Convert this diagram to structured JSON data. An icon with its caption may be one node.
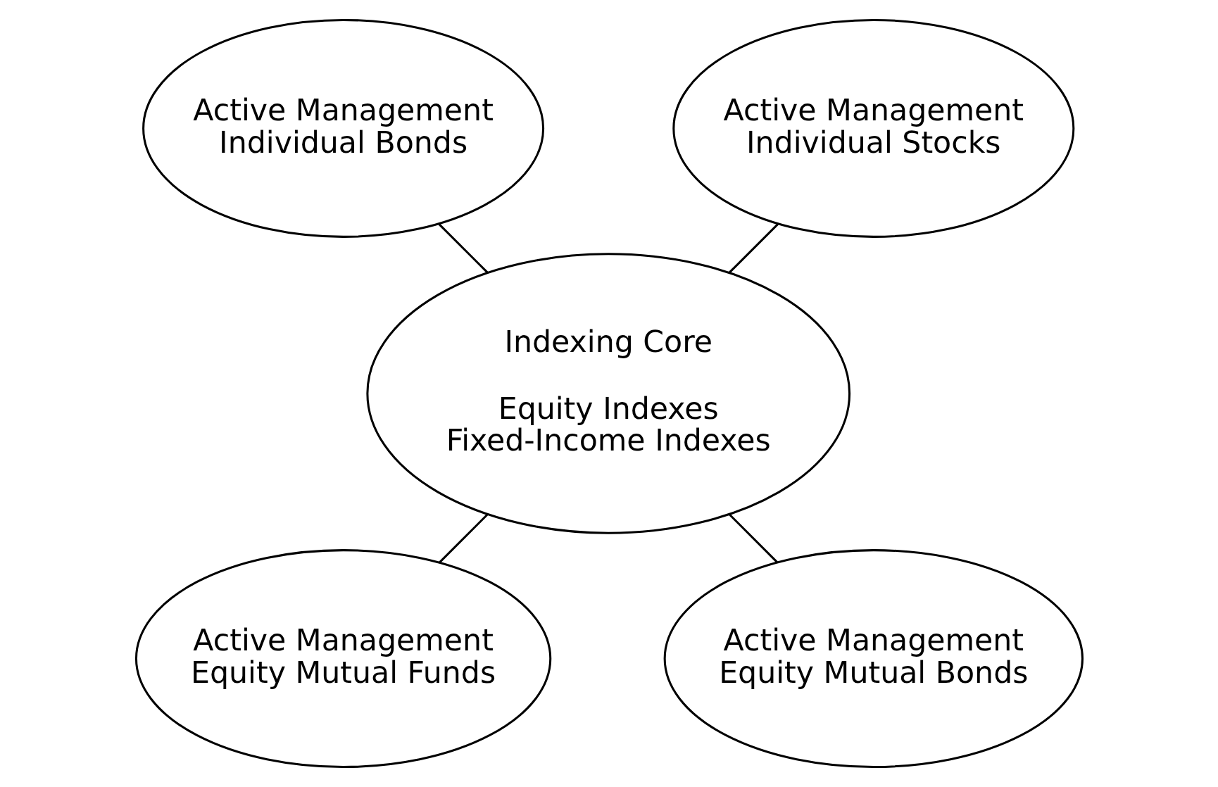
{
  "diagram": {
    "nodes": [
      {
        "text": [
          "Active Management",
          "Individual Stocks"
        ]
      },
      {
        "text": [
          "Active Management",
          "Individual Bonds"
        ]
      },
      {
        "text": [
          "Indexing Core",
          "Equity Indexes",
          "Fixed-Income Indexes"
        ]
      },
      {
        "text": [
          "Active Management",
          "Equity Mutual Funds"
        ]
      },
      {
        "text": [
          "Active Management",
          "Equity Mutual Bonds"
        ]
      }
    ],
    "edges": [
      {
        "from": 0,
        "to": 2,
        "arrow": "none"
      },
      {
        "from": 1,
        "to": 2,
        "arrow": "none"
      },
      {
        "from": 3,
        "to": 2,
        "arrow": "none"
      },
      {
        "from": 4,
        "to": 2,
        "arrow": "none"
      }
    ]
  }
}
